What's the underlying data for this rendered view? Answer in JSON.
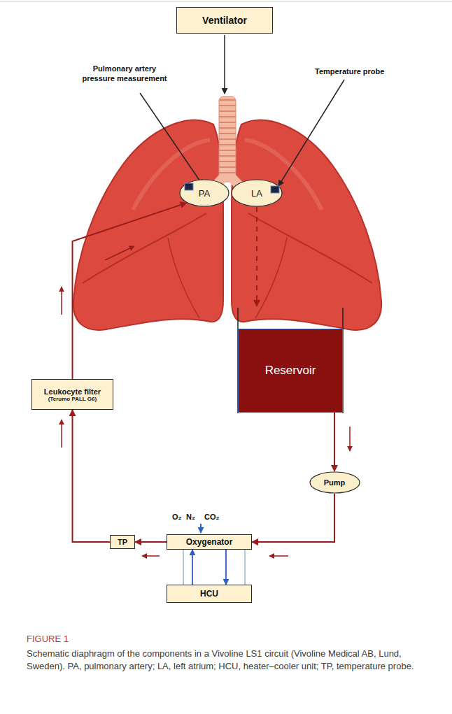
{
  "diagram": {
    "caption": "Schematic diaphragm of the components in a Vivoline LS1 circuit (Vivoline Medical AB, Lund, Sweden). PA, pulmonary artery; LA, left atrium; HCU, heater–cooler unit; TP, temperature probe.",
    "nodes": [
      {
        "text": [
          "Ventilator"
        ]
      },
      {
        "text": [
          "PA"
        ]
      },
      {
        "text": [
          "LA"
        ]
      },
      {
        "text": [
          "Reservoir"
        ]
      },
      {
        "text": [
          "Pump"
        ]
      },
      {
        "text": [
          "Oxygenator"
        ]
      },
      {
        "text": [
          "HCU"
        ]
      },
      {
        "text": [
          "TP"
        ]
      },
      {
        "text": [
          "Leukocyte filter",
          "(Terumo PALL G6)"
        ]
      }
    ],
    "edges": [
      {
        "from": 2,
        "to": 3,
        "arrow": "to"
      },
      {
        "from": 3,
        "to": 4,
        "arrow": "to"
      },
      {
        "from": 4,
        "to": 5,
        "arrow": "to"
      },
      {
        "from": 5,
        "to": 7,
        "arrow": "to"
      },
      {
        "from": 7,
        "to": 8,
        "arrow": "to"
      },
      {
        "from": 8,
        "to": 1,
        "arrow": "to"
      },
      {
        "from": 6,
        "to": 5,
        "arrow": "to"
      },
      {
        "from": 5,
        "to": 6,
        "arrow": "to"
      }
    ],
    "labels": [
      "Pulmonary artery pressure measurement",
      "Temperature probe",
      "O₂",
      "N₂",
      "CO₂",
      "FIGURE 1"
    ]
  }
}
